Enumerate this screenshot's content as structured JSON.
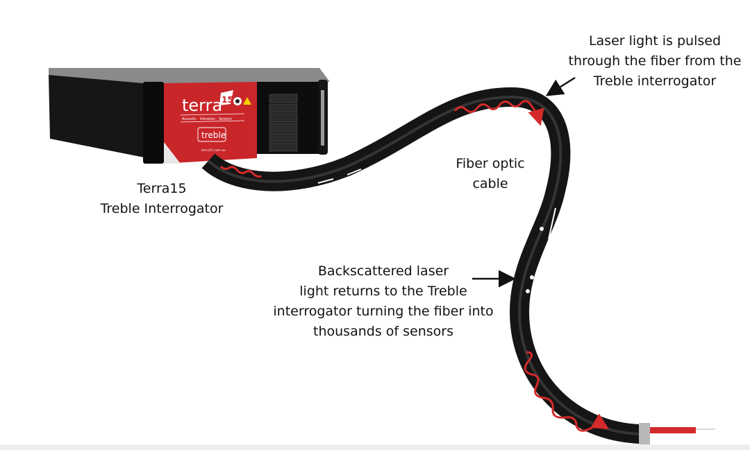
{
  "device": {
    "label_lines": [
      "Terra15",
      "Treble Interrogator"
    ],
    "logo_text": "terra15",
    "tagline": "Acoustic · Vibration · Seismic",
    "product_badge": "treble",
    "website": "terra15.com.au"
  },
  "annotations": {
    "laser": [
      "Laser light is pulsed",
      "through the fiber from the",
      "Treble interrogator"
    ],
    "cable": [
      "Fiber optic",
      "cable"
    ],
    "backscatter": [
      "Backscattered laser",
      "light returns to the Treble",
      "interrogator turning the fiber into",
      "thousands of sensors"
    ]
  },
  "colors": {
    "accent": "#d42a2a",
    "cable": "#151515",
    "text": "#111111"
  }
}
